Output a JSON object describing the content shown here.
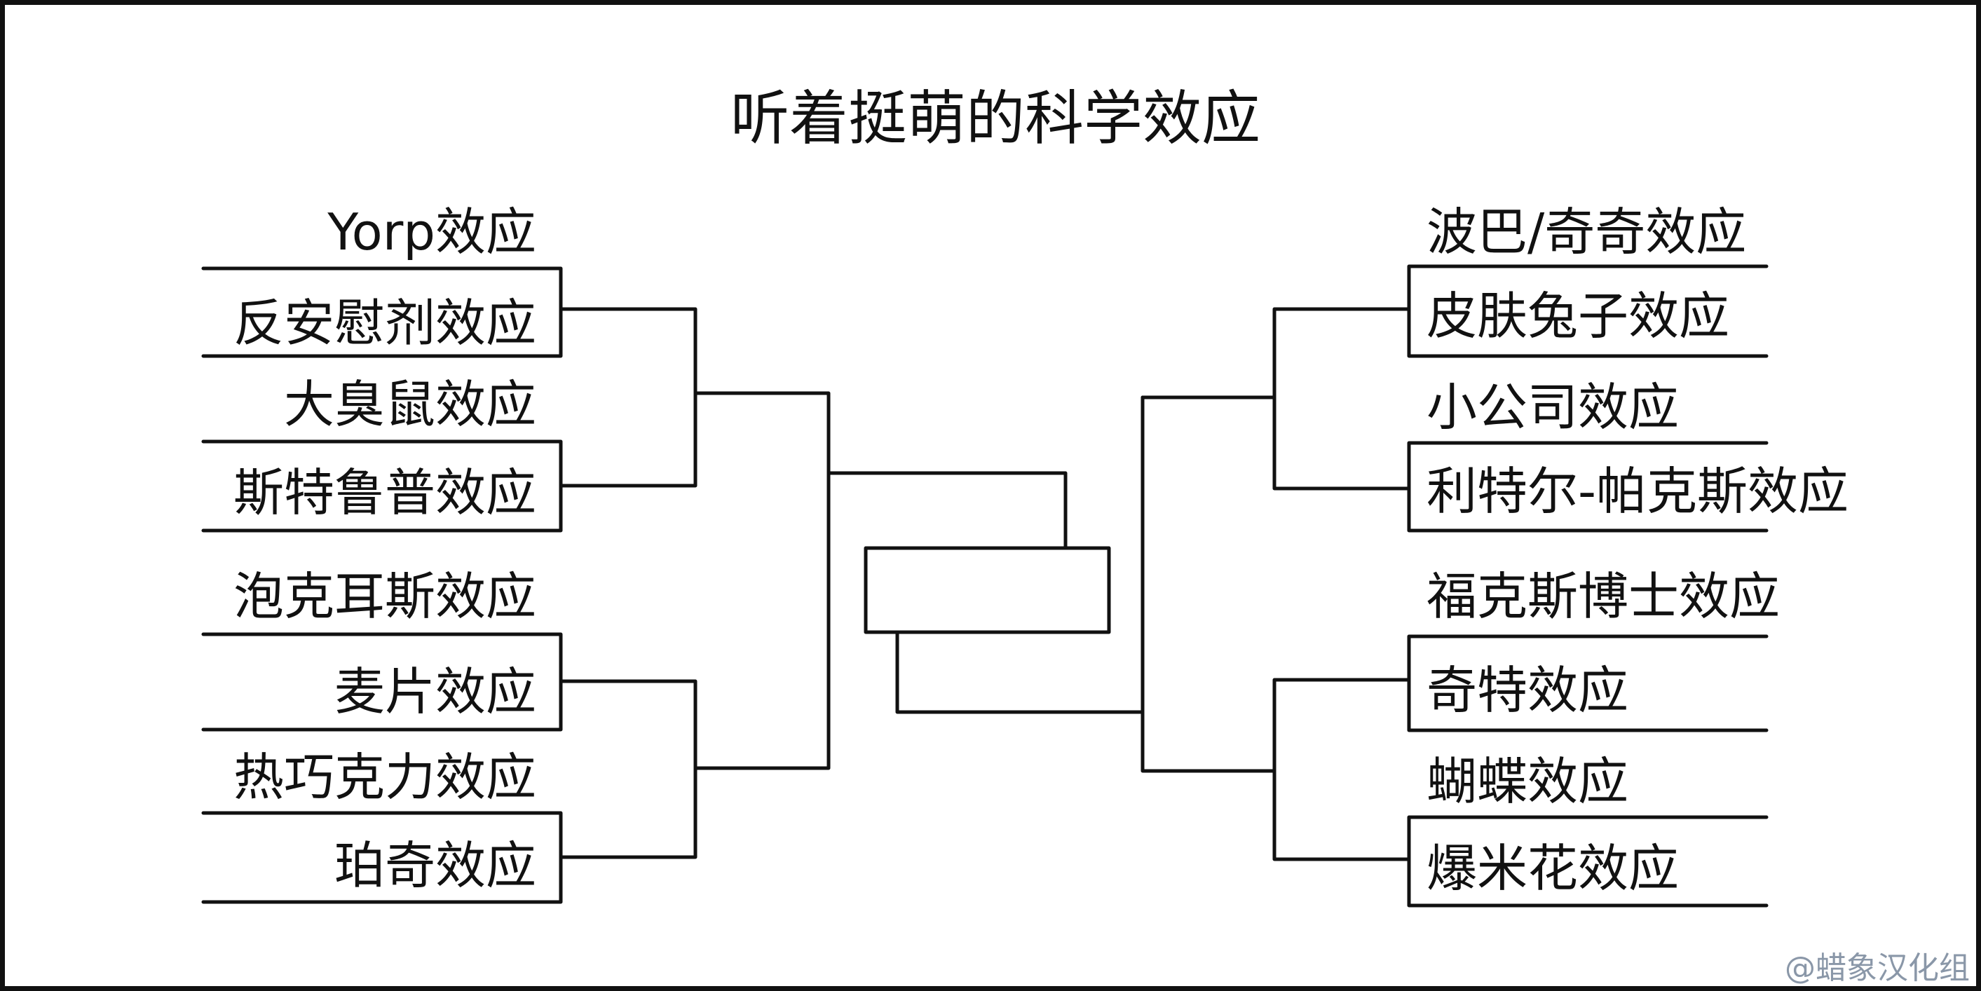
{
  "title": "听着挺萌的科学效应",
  "left": {
    "labels": [
      "Yorp效应",
      "反安慰剂效应",
      "大臭鼠效应",
      "斯特鲁普效应",
      "泡克耳斯效应",
      "麦片效应",
      "热巧克力效应",
      "珀奇效应"
    ]
  },
  "right": {
    "labels": [
      "波巴/奇奇效应",
      "皮肤兔子效应",
      "小公司效应",
      "利特尔-帕克斯效应",
      "福克斯博士效应",
      "奇特效应",
      "蝴蝶效应",
      "爆米花效应"
    ]
  },
  "watermark": "@蜡象汉化组"
}
